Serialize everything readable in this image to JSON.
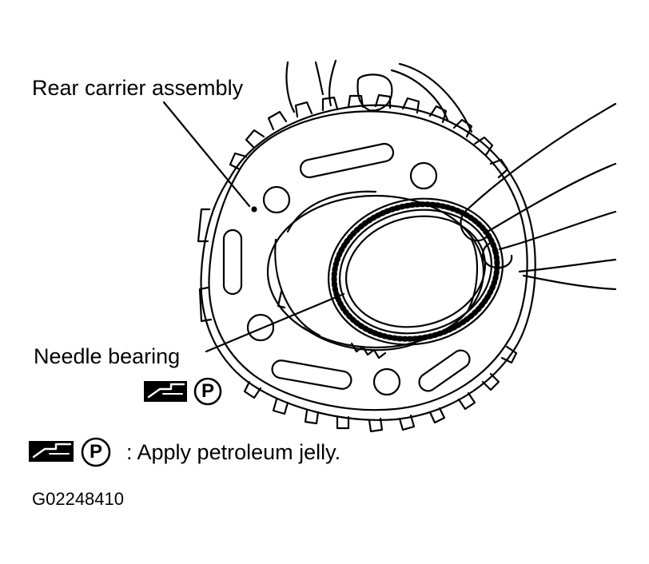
{
  "labels": {
    "rear_carrier": "Rear carrier assembly",
    "needle_bearing": "Needle bearing"
  },
  "legend": {
    "p_symbol": "P",
    "text": ": Apply petroleum jelly."
  },
  "figure_code": "G02248410",
  "icons": [
    "petroleum-jelly-brush-icon",
    "p-circle-icon"
  ],
  "colors": {
    "ink": "#000000",
    "background": "#ffffff"
  }
}
